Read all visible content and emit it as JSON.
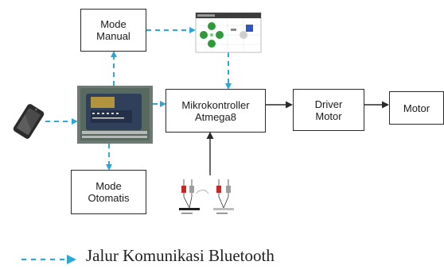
{
  "boxes": {
    "mode_manual": [
      "Mode",
      "Manual"
    ],
    "mode_otomatis": [
      "Mode",
      "Otomatis"
    ],
    "mikrokontroller": [
      "Mikrokontroller",
      "Atmega8"
    ],
    "driver_motor": [
      "Driver",
      "Motor"
    ],
    "motor": [
      "Motor"
    ]
  },
  "legend": {
    "label": "Jalur Komunikasi Bluetooth",
    "line_color": "#2aa9d8"
  },
  "colors": {
    "bluetooth_line": "#2aa9d8",
    "solid_line": "#2a2a2a",
    "phone": "#333333",
    "module_board": "#2f3c55"
  }
}
